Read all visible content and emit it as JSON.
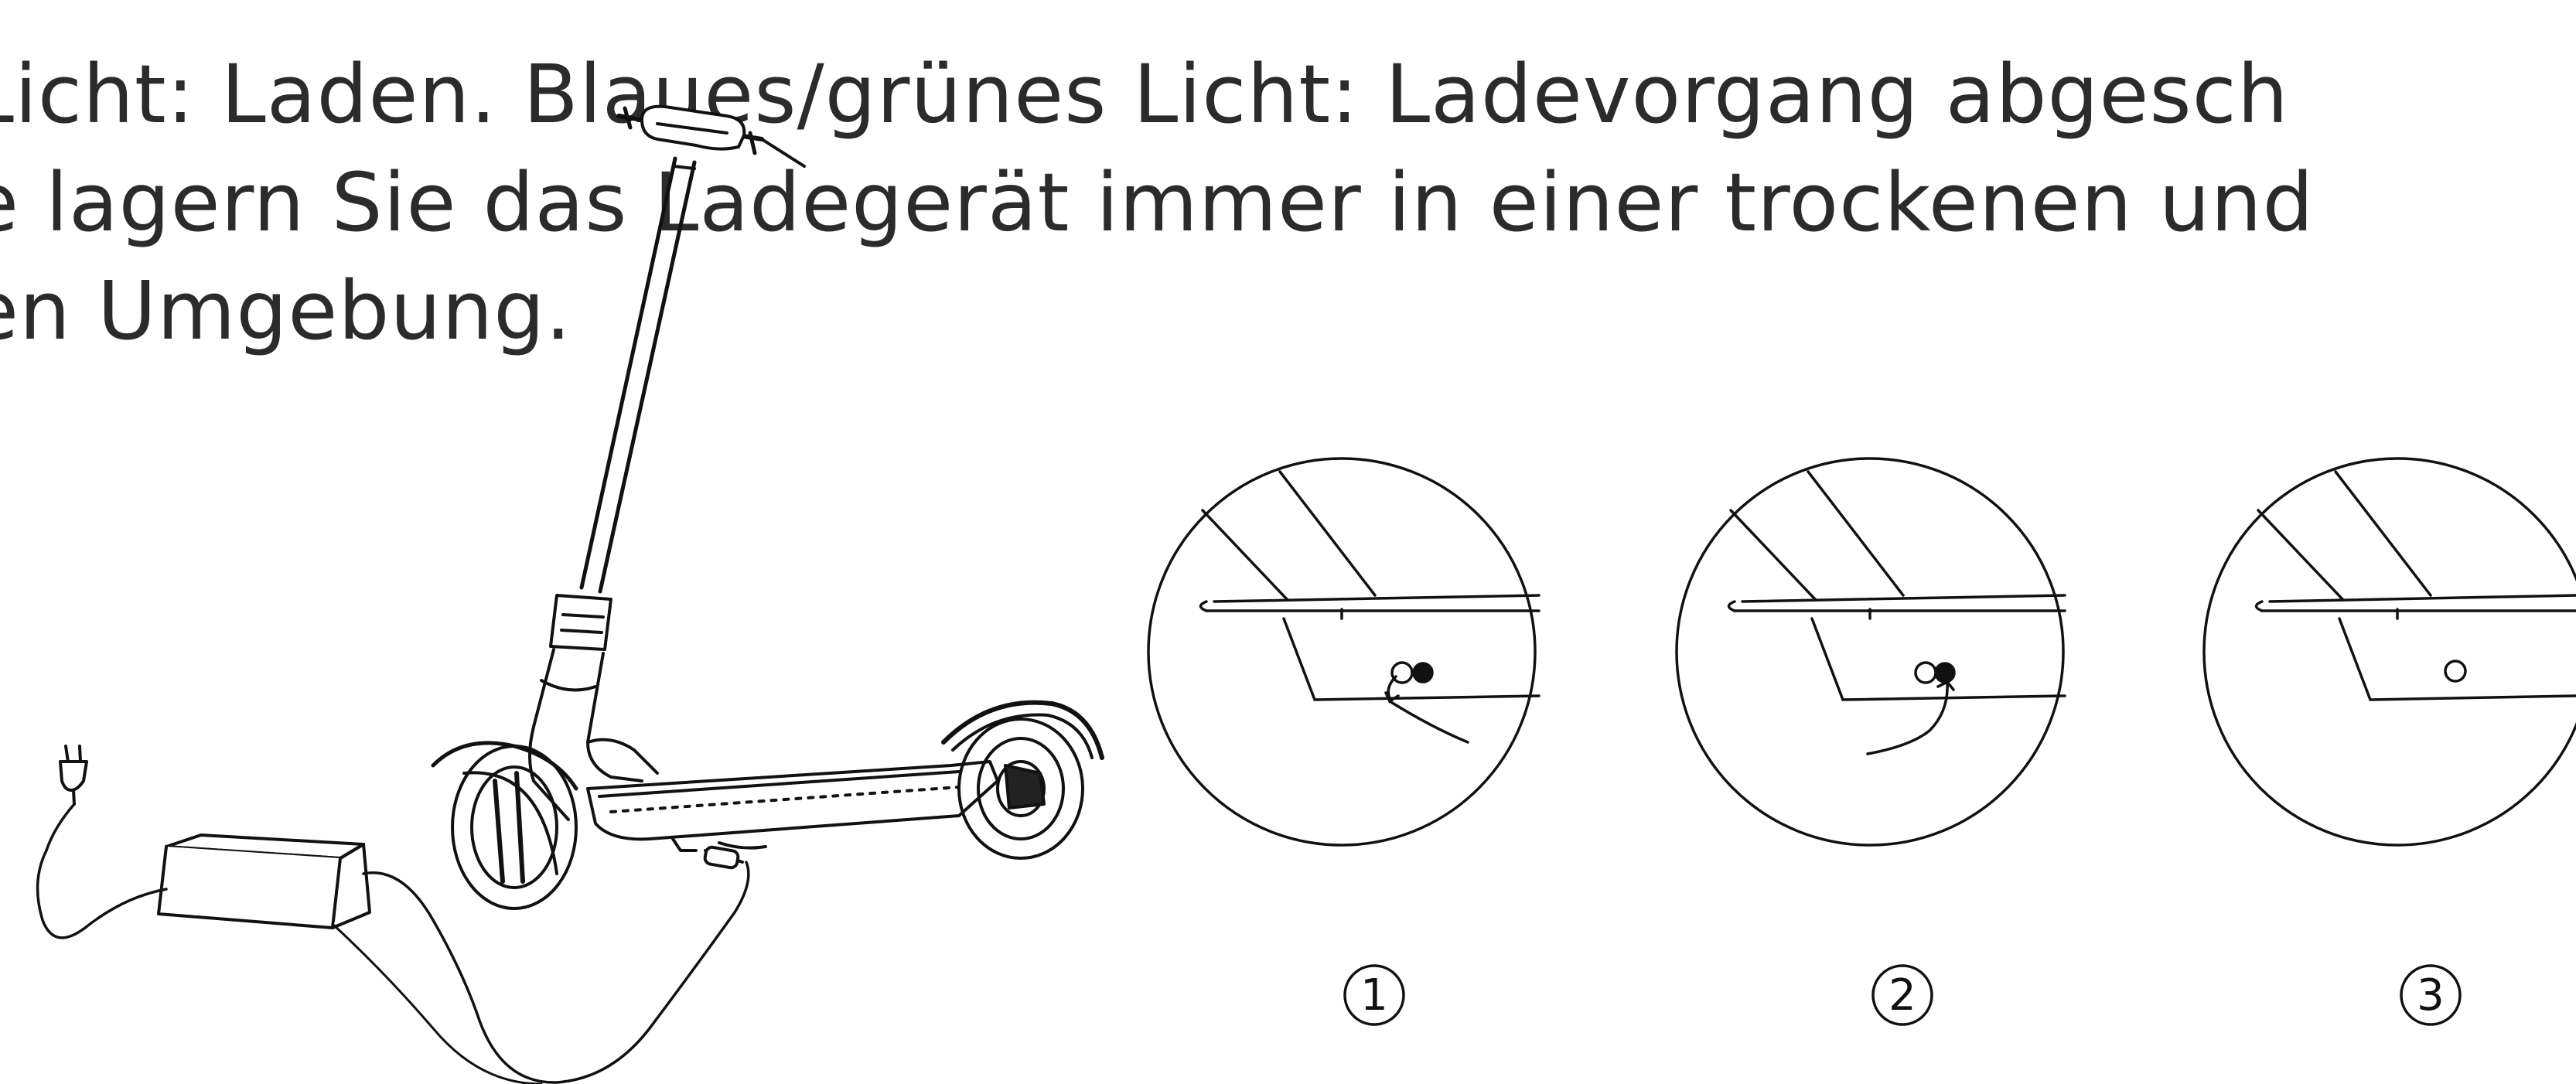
{
  "text": {
    "line1": "Licht: Laden. Blaues/grünes Licht: Ladevorgang abgesch",
    "line2": "e lagern Sie das Ladegerät immer in einer trockenen und",
    "line3": "en Umgebung."
  },
  "steps": [
    {
      "number": "1"
    },
    {
      "number": "2"
    },
    {
      "number": "3"
    }
  ],
  "icons": {
    "plug": "power-plug-icon",
    "charger": "charger-brick-icon",
    "scooter": "electric-scooter-illustration"
  },
  "colors": {
    "text": "#2b2b2b",
    "line": "#111111",
    "background": "#ffffff"
  }
}
